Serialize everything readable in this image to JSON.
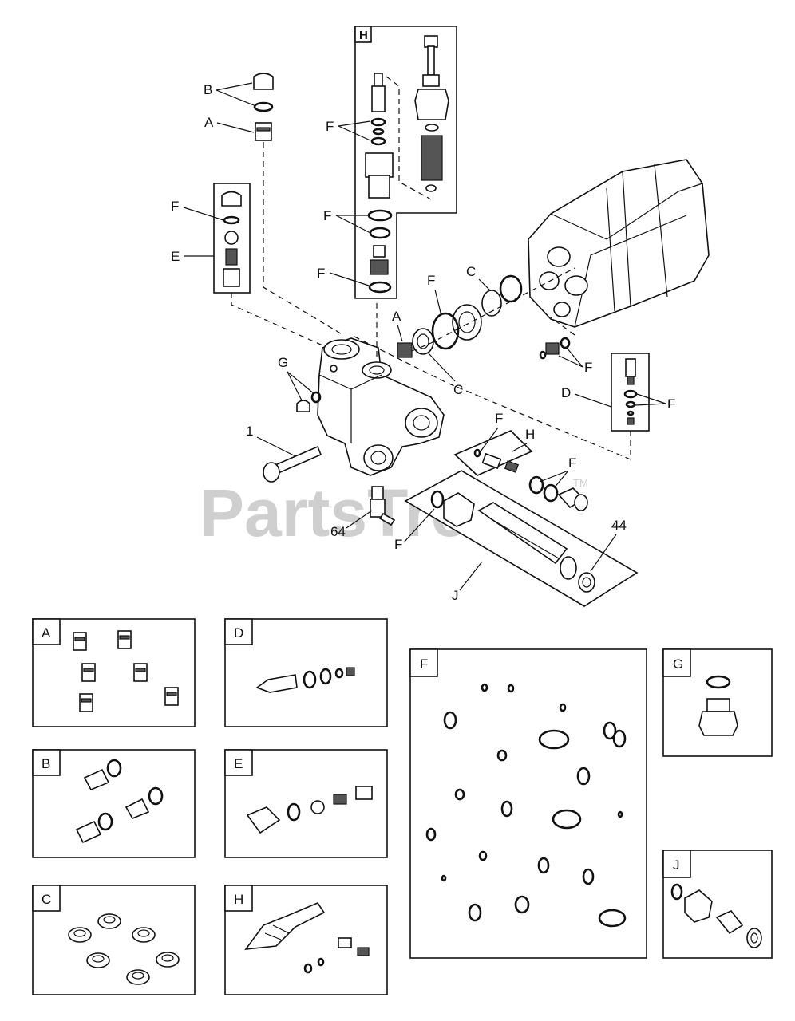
{
  "watermark": {
    "text": "PartsTree",
    "tm": "TM"
  },
  "callouts": {
    "b_top": "B",
    "a_top": "A",
    "f_e_box": "F",
    "e_label": "E",
    "h_box": "H",
    "f_h1": "F",
    "f_h2": "F",
    "f_h3": "F",
    "f_mid": "F",
    "c_mid": "C",
    "a_mid": "A",
    "c_lower": "C",
    "g_label": "G",
    "f_right1": "F",
    "d_label": "D",
    "f_right2": "F",
    "f_h_panel": "F",
    "h_panel": "H",
    "f_lower": "F",
    "n1": "1",
    "n64": "64",
    "f_j": "F",
    "j_label": "J",
    "n44": "44"
  },
  "kits": [
    {
      "id": "kit-a",
      "tag": "A"
    },
    {
      "id": "kit-b",
      "tag": "B"
    },
    {
      "id": "kit-c",
      "tag": "C"
    },
    {
      "id": "kit-d",
      "tag": "D"
    },
    {
      "id": "kit-e",
      "tag": "E"
    },
    {
      "id": "kit-h",
      "tag": "H"
    },
    {
      "id": "kit-f",
      "tag": "F"
    },
    {
      "id": "kit-g",
      "tag": "G"
    },
    {
      "id": "kit-j",
      "tag": "J"
    }
  ]
}
